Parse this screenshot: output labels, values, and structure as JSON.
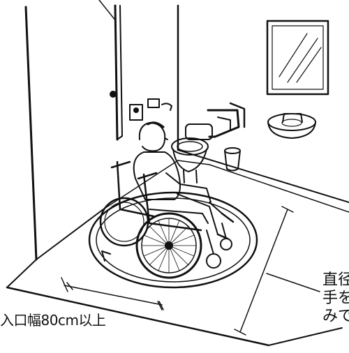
{
  "labels": {
    "entrance_width": "入口幅80cm以上",
    "diameter_lines": [
      "直径",
      "手を",
      "みで"
    ]
  }
}
